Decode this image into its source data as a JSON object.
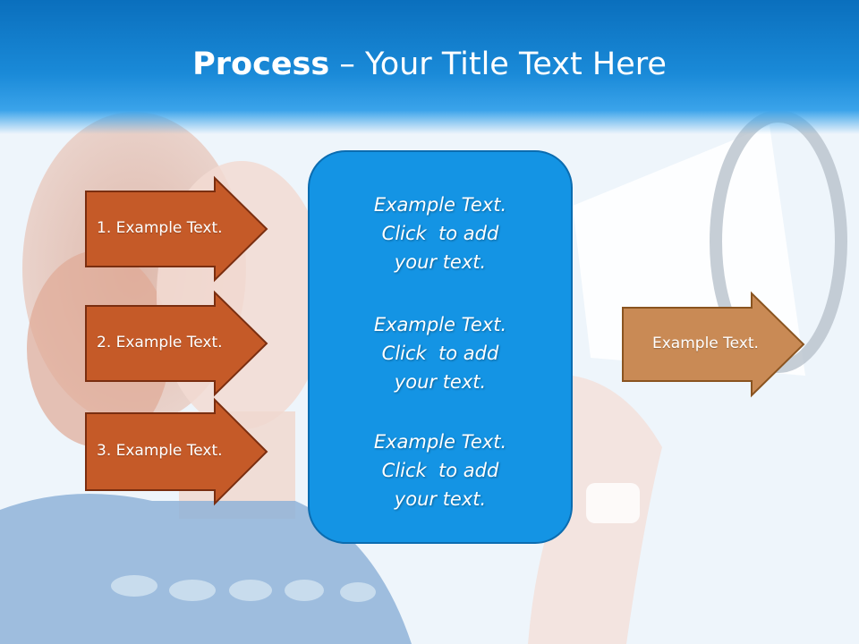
{
  "title": {
    "bold": "Process",
    "dash": " – ",
    "rest": "Your Title Text Here"
  },
  "left_arrows": [
    {
      "label": "1. Example Text."
    },
    {
      "label": "2. Example Text."
    },
    {
      "label": "3. Example Text."
    }
  ],
  "center_blocks": [
    {
      "lines": [
        "Example Text.",
        "Click  to add",
        "your text."
      ]
    },
    {
      "lines": [
        "Example Text.",
        "Click  to add",
        "your text."
      ]
    },
    {
      "lines": [
        "Example Text.",
        "Click  to add",
        "your text."
      ]
    }
  ],
  "right_arrow": {
    "label": "Example Text."
  },
  "colors": {
    "header": "#0a6fbd",
    "left_arrow_fill": "#c55a28",
    "left_arrow_stroke": "#7a2e10",
    "right_arrow_fill": "#c98a55",
    "right_arrow_stroke": "#8a5420",
    "center_box": "#1494e4"
  }
}
